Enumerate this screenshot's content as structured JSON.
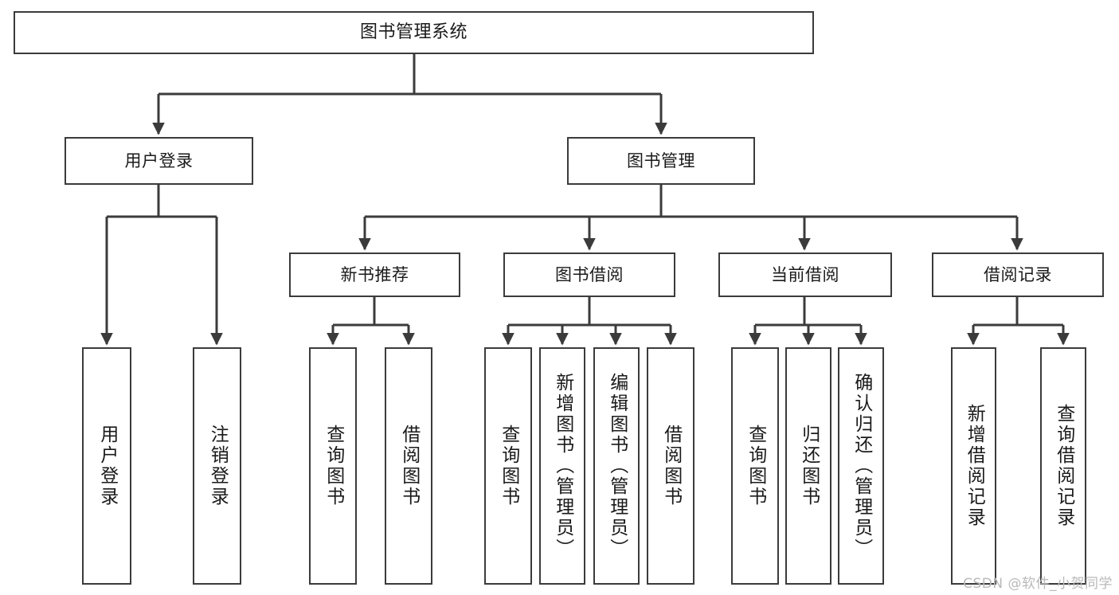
{
  "diagram": {
    "type": "tree",
    "title": "图书管理系统",
    "root": {
      "id": "root",
      "label": "图书管理系统"
    },
    "level2": [
      {
        "id": "user-login",
        "label": "用户登录"
      },
      {
        "id": "book-manage",
        "label": "图书管理"
      }
    ],
    "level3": [
      {
        "id": "new-book-rec",
        "label": "新书推荐",
        "parent": "book-manage"
      },
      {
        "id": "book-borrow",
        "label": "图书借阅",
        "parent": "book-manage"
      },
      {
        "id": "current-borrow",
        "label": "当前借阅",
        "parent": "book-manage"
      },
      {
        "id": "borrow-record",
        "label": "借阅记录",
        "parent": "book-manage"
      }
    ],
    "leaves": {
      "user-login": [
        {
          "id": "leaf-user-login",
          "label": "用户登录"
        },
        {
          "id": "leaf-logout",
          "label": "注销登录"
        }
      ],
      "new-book-rec": [
        {
          "id": "leaf-query-book-1",
          "label": "查询图书"
        },
        {
          "id": "leaf-borrow-book-1",
          "label": "借阅图书"
        }
      ],
      "book-borrow": [
        {
          "id": "leaf-query-book-2",
          "label": "查询图书"
        },
        {
          "id": "leaf-add-book",
          "label": "新增图书（管理员）"
        },
        {
          "id": "leaf-edit-book",
          "label": "编辑图书（管理员）"
        },
        {
          "id": "leaf-borrow-book-2",
          "label": "借阅图书"
        }
      ],
      "current-borrow": [
        {
          "id": "leaf-query-book-3",
          "label": "查询图书"
        },
        {
          "id": "leaf-return-book",
          "label": "归还图书"
        },
        {
          "id": "leaf-confirm-return",
          "label": "确认归还（管理员）"
        }
      ],
      "borrow-record": [
        {
          "id": "leaf-add-record",
          "label": "新增借阅记录"
        },
        {
          "id": "leaf-query-record",
          "label": "查询借阅记录"
        }
      ]
    },
    "colors": {
      "stroke": "#3b3b3b",
      "fill": "#ffffff",
      "text": "#1a1a1a",
      "watermark": "#b9b9b9"
    }
  },
  "watermark": {
    "text": "CSDN @软件_小贺同学"
  }
}
